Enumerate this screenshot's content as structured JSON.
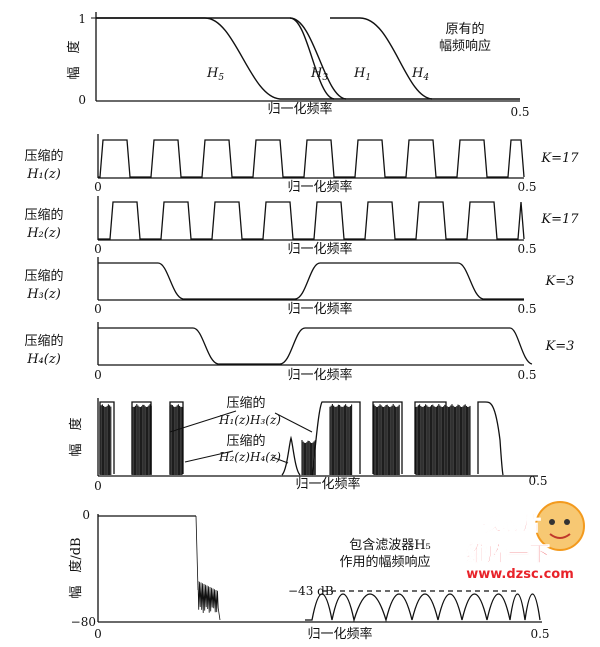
{
  "common": {
    "xlabel": "归一化频率",
    "x0": "0",
    "x1": "0.5"
  },
  "panel1": {
    "y_top": "1",
    "y_bottom": "0",
    "ylabel": "幅　度",
    "note_line1": "原有的",
    "note_line2": "幅频响应",
    "h5_label": "H",
    "h5_sub": "5",
    "h3_label": "H",
    "h3_sub": "3",
    "h1_label": "H",
    "h1_sub": "1",
    "h4_label": "H",
    "h4_sub": "4"
  },
  "panel2": {
    "label_line1": "压缩的",
    "label_line2": "H₁(z)",
    "k": "K=17"
  },
  "panel3": {
    "label_line1": "压缩的",
    "label_line2": "H₂(z)",
    "k": "K=17"
  },
  "panel4": {
    "label_line1": "压缩的",
    "label_line2": "H₃(z)",
    "k": "K=3"
  },
  "panel5": {
    "label_line1": "压缩的",
    "label_line2": "H₄(z)",
    "k": "K=3"
  },
  "panel6": {
    "ylabel": "幅　度",
    "ann1_line1": "压缩的",
    "ann1_line2": "H₁(z)H₃(z)",
    "ann2_line1": "压缩的",
    "ann2_line2": "H₂(z)H₄(z)"
  },
  "panel7": {
    "y_top": "0",
    "y_bottom": "−80",
    "ylabel": "幅　度/dB",
    "db_label": "−43 dB",
    "note_line1": "包含滤波器H₅",
    "note_line2": "作用的幅频响应"
  },
  "watermark": {
    "logo_text": "找芯片",
    "site_name": "维库一下",
    "url": "www.dzsc.com"
  },
  "colors": {
    "ink": "#111111",
    "watermark_red": "#e8232a",
    "watermark_orange": "#f39a1e"
  }
}
